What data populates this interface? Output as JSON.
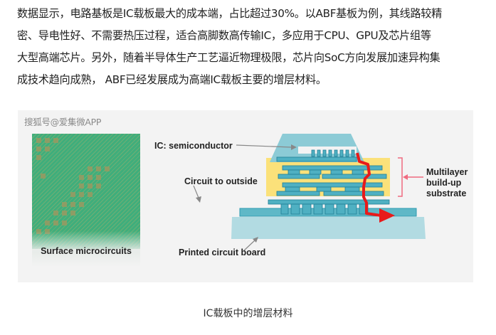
{
  "article": {
    "paragraph_lines": [
      "数据显示，电路基板是IC载板最大的成本端，占比超过30%。以ABF基板为例，其线路较精",
      "密、导电性好、不需要热压过程，适合高脚数高传输IC，多应用于CPU、GPU及芯片组等",
      "大型高端芯片。另外，随着半导体生产工艺逼近物理极限，芯片向SoC方向发展加速异构集",
      "成技术趋向成熟， ABF已经发展成为高端IC载板主要的增层材料。"
    ]
  },
  "figure": {
    "watermark": "搜狐号@爱集微APP",
    "pcb_photo_label": "Surface microcircuits",
    "labels": {
      "ic": "IC: semiconductor",
      "circuit_outside": "Circuit to outside",
      "multilayer_line1": "Multilayer",
      "multilayer_line2": "build-up",
      "multilayer_line3": "substrate",
      "pcb": "Printed circuit board"
    },
    "colors": {
      "background": "#f3f3f3",
      "pcb_green": "#3fae7c",
      "teal_dark": "#2e9bb0",
      "teal_light": "#8ccbd6",
      "board": "#b2dbe2",
      "yellow": "#fbe17a",
      "signal_red": "#e81a1a",
      "bracket_pink": "#f06b80"
    },
    "caption": "IC载板中的增层材料"
  }
}
